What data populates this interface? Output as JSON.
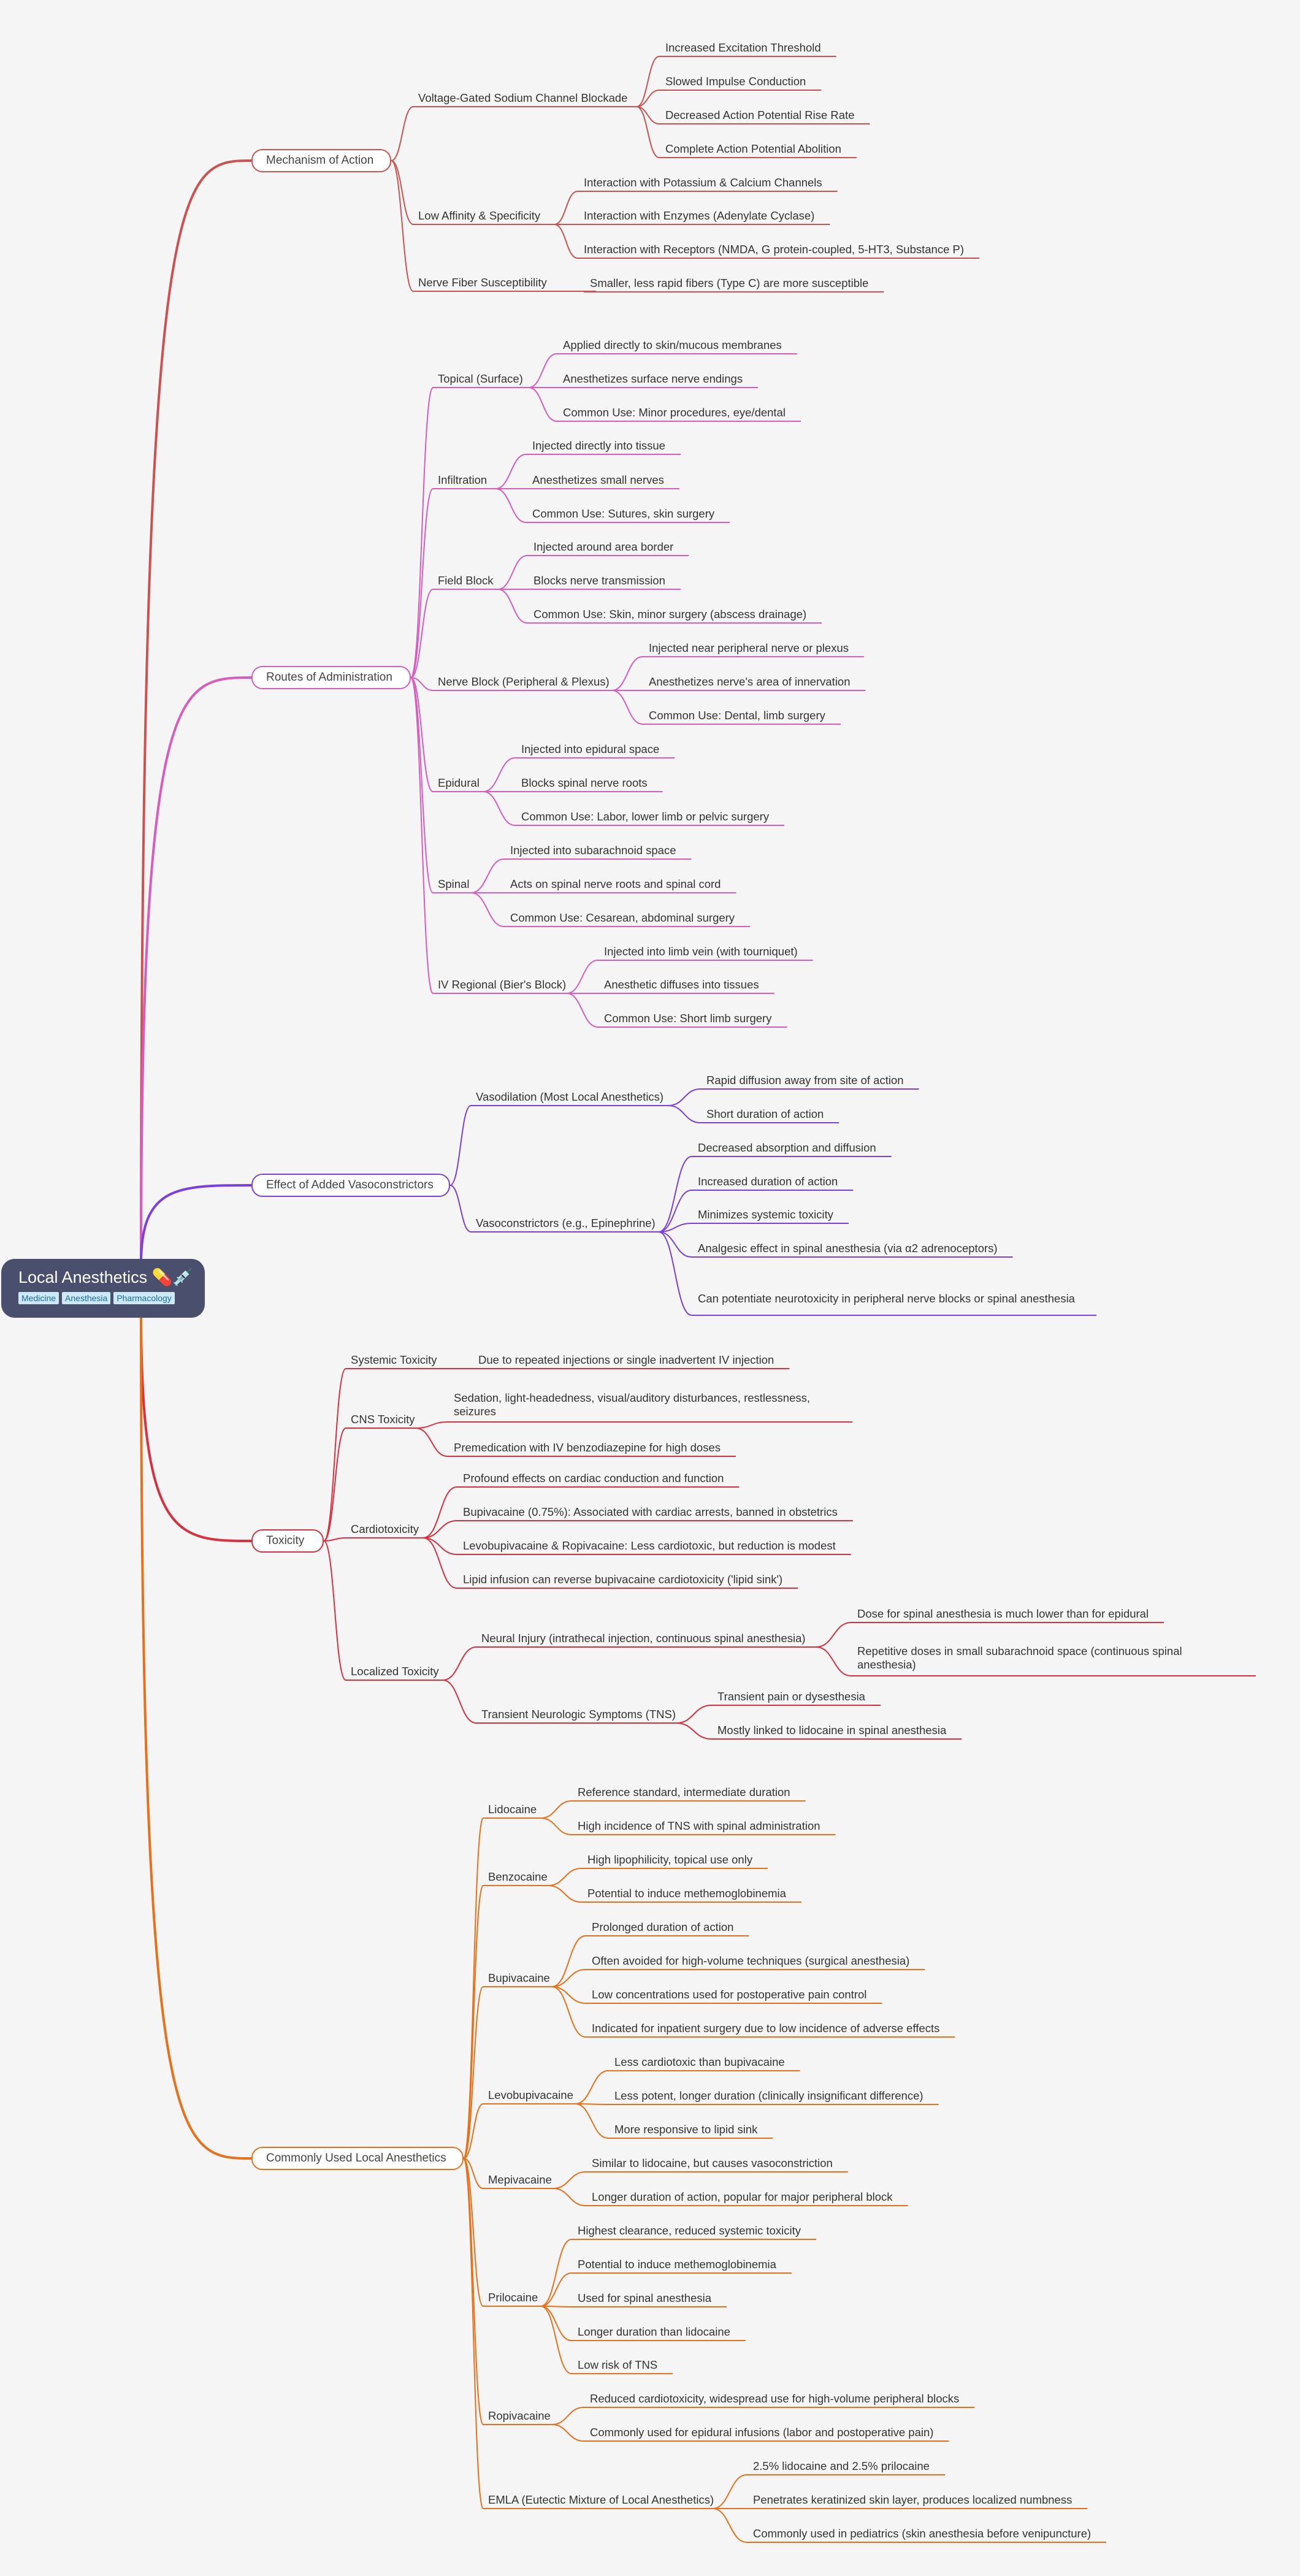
{
  "root": {
    "title": "Local Anesthetics 💊💉",
    "tags": [
      "Medicine",
      "Anesthesia",
      "Pharmacology"
    ]
  },
  "branches": [
    {
      "id": "moa",
      "label": "Mechanism of Action",
      "color": "#cc5252",
      "children": [
        {
          "label": "Voltage-Gated Sodium Channel Blockade",
          "children": [
            "Increased Excitation Threshold",
            "Slowed Impulse Conduction",
            "Decreased Action Potential Rise Rate",
            "Complete Action Potential Abolition"
          ]
        },
        {
          "label": "Low Affinity & Specificity",
          "children": [
            "Interaction with Potassium & Calcium Channels",
            "Interaction with Enzymes (Adenylate Cyclase)",
            "Interaction with Receptors (NMDA, G protein-coupled, 5-HT3, Substance P)"
          ]
        },
        {
          "label": "Nerve Fiber Susceptibility",
          "children": [
            "Smaller, less rapid fibers (Type C) are more susceptible"
          ]
        }
      ]
    },
    {
      "id": "routes",
      "label": "Routes of Administration",
      "color": "#d65cbf",
      "children": [
        {
          "label": "Topical (Surface)",
          "children": [
            "Applied directly to skin/mucous membranes",
            "Anesthetizes surface nerve endings",
            "Common Use: Minor procedures, eye/dental"
          ]
        },
        {
          "label": "Infiltration",
          "children": [
            "Injected directly into tissue",
            "Anesthetizes small nerves",
            "Common Use: Sutures, skin surgery"
          ]
        },
        {
          "label": "Field Block",
          "children": [
            "Injected around area border",
            "Blocks nerve transmission",
            "Common Use: Skin, minor surgery (abscess drainage)"
          ]
        },
        {
          "label": "Nerve Block (Peripheral & Plexus)",
          "children": [
            "Injected near peripheral nerve or plexus",
            "Anesthetizes nerve's area of innervation",
            "Common Use: Dental, limb surgery"
          ]
        },
        {
          "label": "Epidural",
          "children": [
            "Injected into epidural space",
            "Blocks spinal nerve roots",
            "Common Use: Labor, lower limb or pelvic surgery"
          ]
        },
        {
          "label": "Spinal",
          "children": [
            "Injected into subarachnoid space",
            "Acts on spinal nerve roots and spinal cord",
            "Common Use: Cesarean, abdominal surgery"
          ]
        },
        {
          "label": "IV Regional (Bier's Block)",
          "children": [
            "Injected into limb vein (with tourniquet)",
            "Anesthetic diffuses into tissues",
            "Common Use: Short limb surgery"
          ]
        }
      ]
    },
    {
      "id": "vaso",
      "label": "Effect of Added Vasoconstrictors",
      "color": "#7a3fe0",
      "children": [
        {
          "label": "Vasodilation (Most Local Anesthetics)",
          "children": [
            "Rapid diffusion away from site of action",
            "Short duration of action"
          ]
        },
        {
          "label": "Vasoconstrictors (e.g., Epinephrine)",
          "children": [
            "Decreased absorption and diffusion",
            "Increased duration of action",
            "Minimizes systemic toxicity",
            "Analgesic effect in spinal anesthesia (via α2 adrenoceptors)",
            "Can potentiate neurotoxicity in peripheral nerve blocks or spinal anesthesia"
          ]
        }
      ]
    },
    {
      "id": "tox",
      "label": "Toxicity",
      "color": "#d93040",
      "children": [
        {
          "label": "Systemic Toxicity",
          "children": [
            "Due to repeated injections or single inadvertent IV injection"
          ]
        },
        {
          "label": "CNS Toxicity",
          "children": [
            "Sedation, light-headedness, visual/auditory disturbances, restlessness, seizures",
            "Premedication with IV benzodiazepine for high doses"
          ]
        },
        {
          "label": "Cardiotoxicity",
          "children": [
            "Profound effects on cardiac conduction and function",
            "Bupivacaine (0.75%): Associated with cardiac arrests, banned in obstetrics",
            "Levobupivacaine & Ropivacaine: Less cardiotoxic, but reduction is modest",
            "Lipid infusion can reverse bupivacaine cardiotoxicity ('lipid sink')"
          ]
        },
        {
          "label": "Localized Toxicity",
          "children": [
            {
              "label": "Neural Injury (intrathecal injection, continuous spinal anesthesia)",
              "children": [
                "Dose for spinal anesthesia is much lower than for epidural",
                "Repetitive doses in small subarachnoid space (continuous spinal anesthesia)"
              ]
            },
            {
              "label": "Transient Neurologic Symptoms (TNS)",
              "children": [
                "Transient pain or dysesthesia",
                "Mostly linked to lidocaine in spinal anesthesia"
              ]
            }
          ]
        }
      ]
    },
    {
      "id": "common",
      "label": "Commonly Used Local Anesthetics",
      "color": "#e8701a",
      "children": [
        {
          "label": "Lidocaine",
          "children": [
            "Reference standard, intermediate duration",
            "High incidence of TNS with spinal administration"
          ]
        },
        {
          "label": "Benzocaine",
          "children": [
            "High lipophilicity, topical use only",
            "Potential to induce methemoglobinemia"
          ]
        },
        {
          "label": "Bupivacaine",
          "children": [
            "Prolonged duration of action",
            "Often avoided for high-volume techniques (surgical anesthesia)",
            "Low concentrations used for postoperative pain control",
            "Indicated for inpatient surgery due to low incidence of adverse effects"
          ]
        },
        {
          "label": "Levobupivacaine",
          "children": [
            "Less cardiotoxic than bupivacaine",
            "Less potent, longer duration (clinically insignificant difference)",
            "More responsive to lipid sink"
          ]
        },
        {
          "label": "Mepivacaine",
          "children": [
            "Similar to lidocaine, but causes vasoconstriction",
            "Longer duration of action, popular for major peripheral block"
          ]
        },
        {
          "label": "Prilocaine",
          "children": [
            "Highest clearance, reduced systemic toxicity",
            "Potential to induce methemoglobinemia",
            "Used for spinal anesthesia",
            "Longer duration than lidocaine",
            "Low risk of TNS"
          ]
        },
        {
          "label": "Ropivacaine",
          "children": [
            "Reduced cardiotoxicity, widespread use for high-volume peripheral blocks",
            "Commonly used for epidural infusions (labor and postoperative pain)"
          ]
        },
        {
          "label": "EMLA (Eutectic Mixture of Local Anesthetics)",
          "children": [
            "2.5% lidocaine and 2.5% prilocaine",
            "Penetrates keratinized skin layer, produces localized numbness",
            "Commonly used in pediatrics (skin anesthesia before venipuncture)"
          ]
        }
      ]
    }
  ]
}
